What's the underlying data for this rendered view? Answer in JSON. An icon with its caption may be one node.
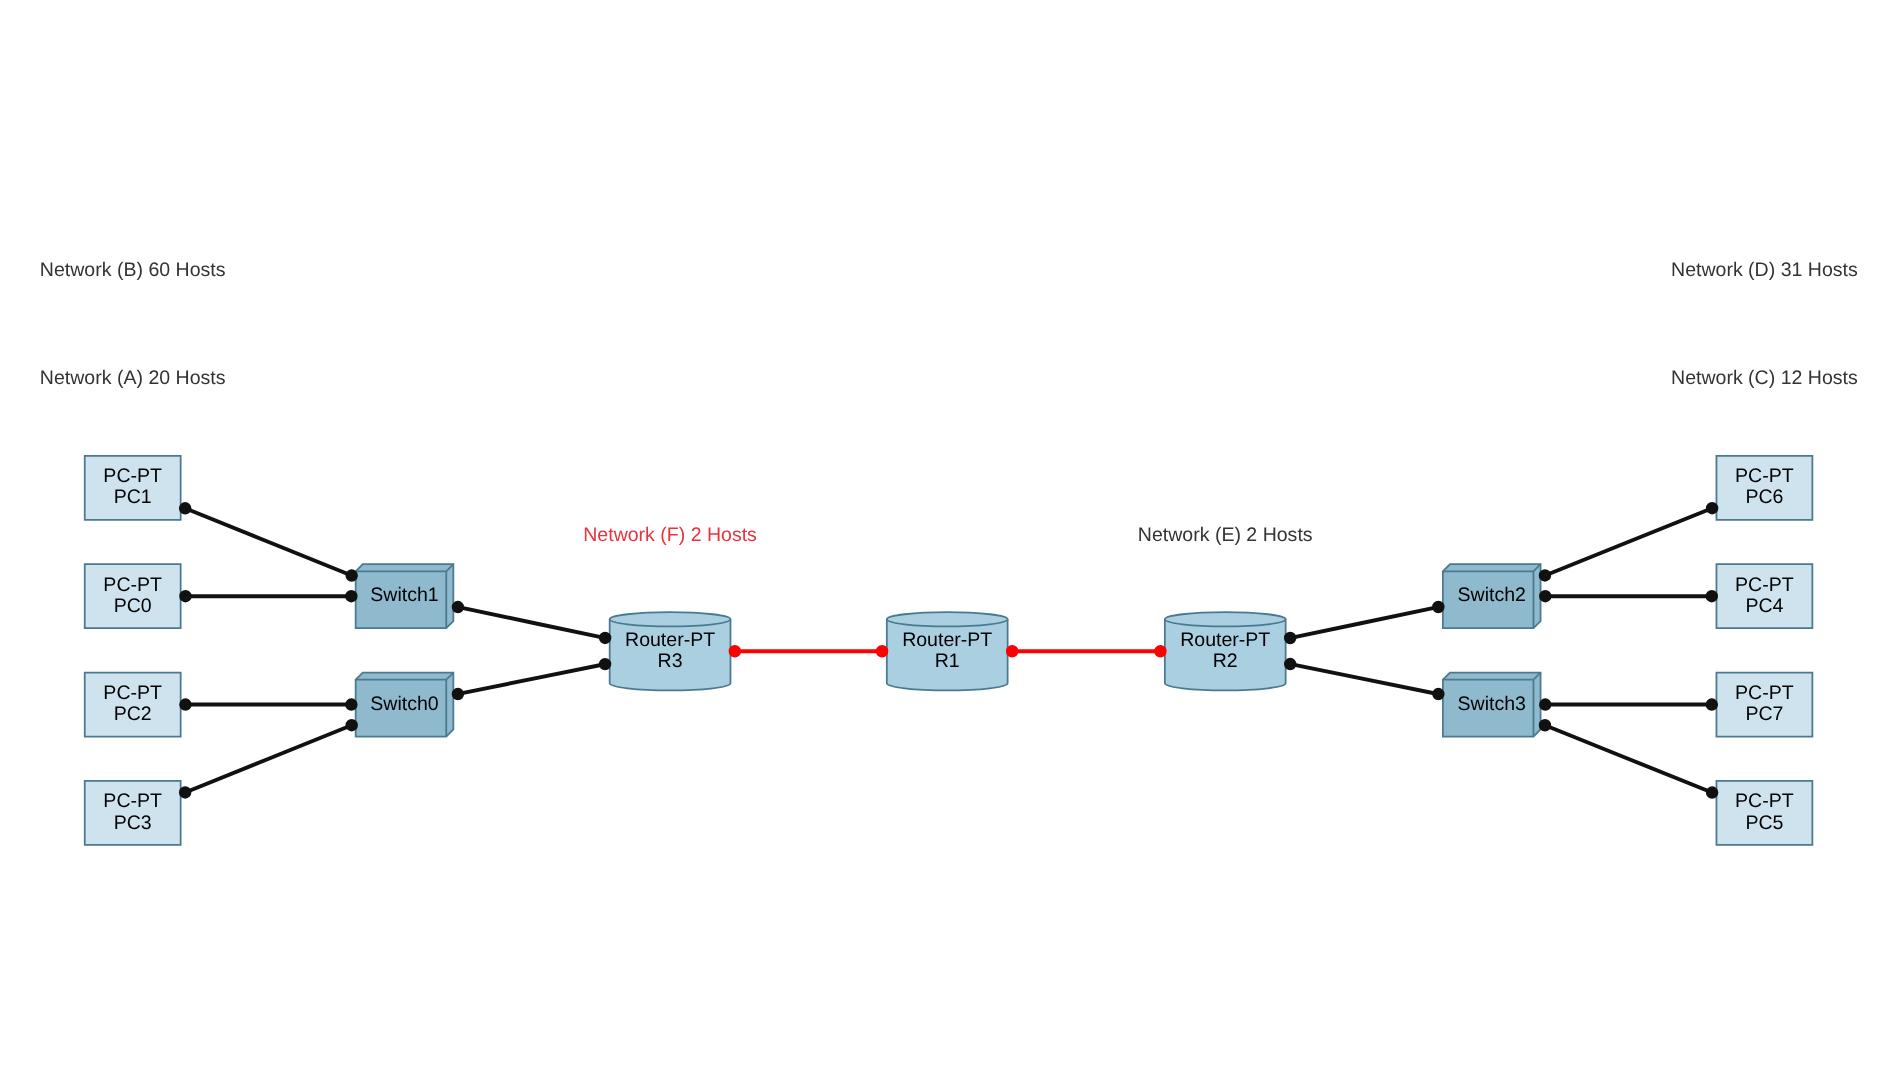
{
  "diagram": {
    "nodes": [
      {
        "text": [
          "PC-PT",
          "PC1"
        ]
      },
      {
        "text": [
          "PC-PT",
          "PC0"
        ]
      },
      {
        "text": [
          "Switch1"
        ]
      },
      {
        "text": [
          "PC-PT",
          "PC2"
        ]
      },
      {
        "text": [
          "Switch0"
        ]
      },
      {
        "text": [
          "PC-PT",
          "PC3"
        ]
      },
      {
        "text": [
          "Router-PT",
          "R1"
        ]
      },
      {
        "text": [
          "Router-PT",
          "R3"
        ]
      },
      {
        "text": [
          "Router-PT",
          "R2"
        ]
      },
      {
        "text": [
          "PC-PT",
          "PC6"
        ]
      },
      {
        "text": [
          "Switch2"
        ]
      },
      {
        "text": [
          "PC-PT",
          "PC4"
        ]
      },
      {
        "text": [
          "Switch3"
        ]
      },
      {
        "text": [
          "PC-PT",
          "PC7"
        ]
      },
      {
        "text": [
          "PC-PT",
          "PC5"
        ]
      }
    ],
    "edges": [
      {
        "from": 0,
        "to": 2,
        "arrow": "other"
      },
      {
        "from": 1,
        "to": 2,
        "arrow": "other"
      },
      {
        "from": 2,
        "to": 7,
        "arrow": "other"
      },
      {
        "from": 3,
        "to": 4,
        "arrow": "other"
      },
      {
        "from": 5,
        "to": 4,
        "arrow": "other"
      },
      {
        "from": 4,
        "to": 7,
        "arrow": "other"
      },
      {
        "from": 7,
        "to": 6,
        "arrow": "other",
        "color": "#ff0000"
      },
      {
        "from": 6,
        "to": 8,
        "arrow": "other",
        "color": "#ff0000"
      },
      {
        "from": 8,
        "to": 10,
        "arrow": "other"
      },
      {
        "from": 8,
        "to": 12,
        "arrow": "other"
      },
      {
        "from": 10,
        "to": 9,
        "arrow": "other"
      },
      {
        "from": 10,
        "to": 11,
        "arrow": "other"
      },
      {
        "from": 12,
        "to": 13,
        "arrow": "other"
      },
      {
        "from": 12,
        "to": 14,
        "arrow": "other"
      }
    ],
    "labels": [
      "Network (A) 20 Hosts",
      "Network (F) 2 Hosts",
      "Network (E) 2 Hosts",
      "Network (C) 12 Hosts",
      "Network (B) 60 Hosts",
      "Network (D) 31 Hosts"
    ]
  }
}
